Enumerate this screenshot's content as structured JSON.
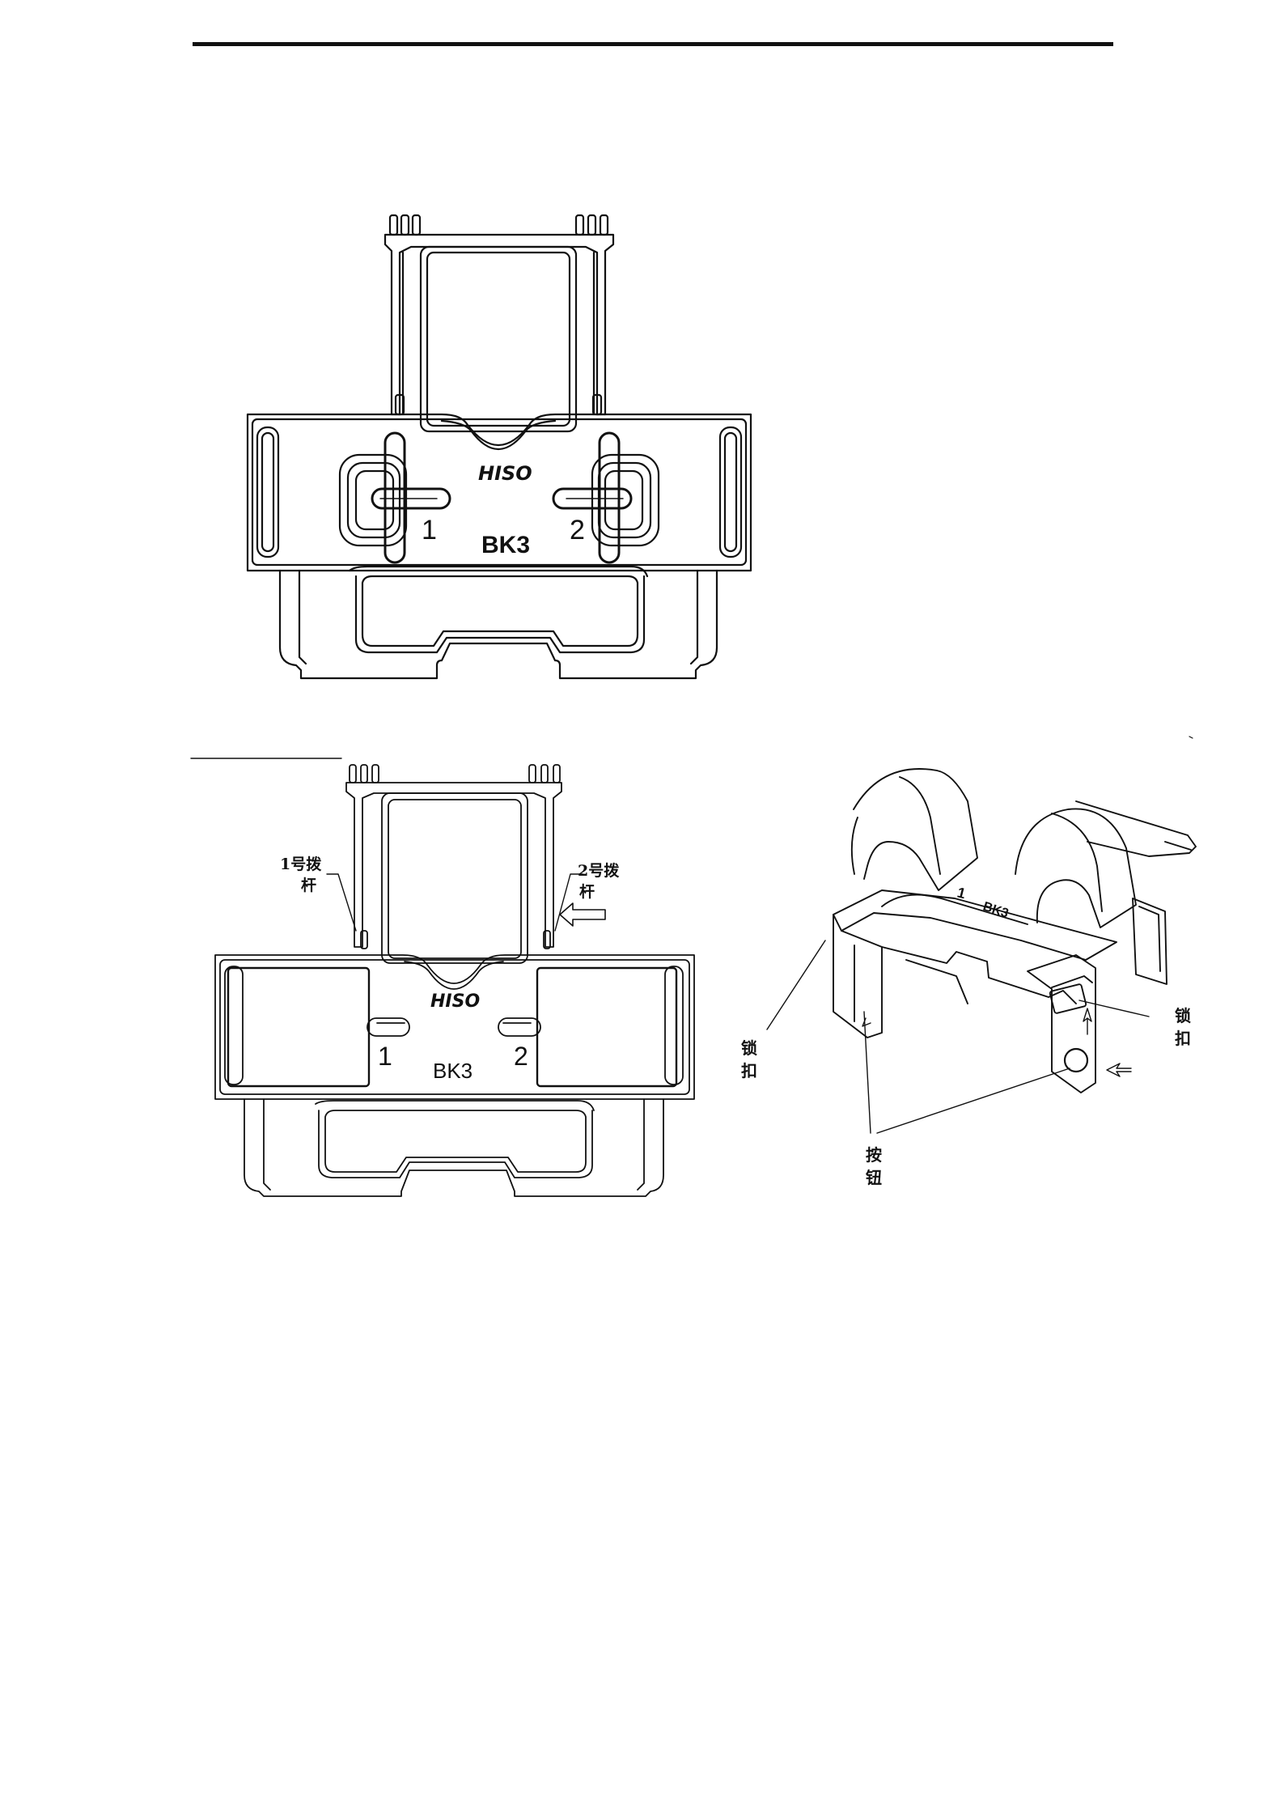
{
  "document": {
    "top_rule": true
  },
  "figure_top": {
    "brand": "HISO",
    "model": "BK3",
    "lever_1_number": "1",
    "lever_2_number": "2"
  },
  "figure_bottom_left": {
    "brand": "HISO",
    "model": "BK3",
    "lever_1_number": "1",
    "lever_2_number": "2",
    "callout_lever_1_line1": "1号拨",
    "callout_lever_1_line2": "杆",
    "callout_lever_2_line1": "2号拨",
    "callout_lever_2_line2": "杆"
  },
  "figure_bottom_right": {
    "model": "BK3",
    "lever_1_number": "1",
    "callout_lock_left_line1": "锁",
    "callout_lock_left_line2": "扣",
    "callout_lock_right_line1": "锁",
    "callout_lock_right_line2": "扣",
    "callout_button_line1": "按",
    "callout_button_line2": "钮"
  }
}
